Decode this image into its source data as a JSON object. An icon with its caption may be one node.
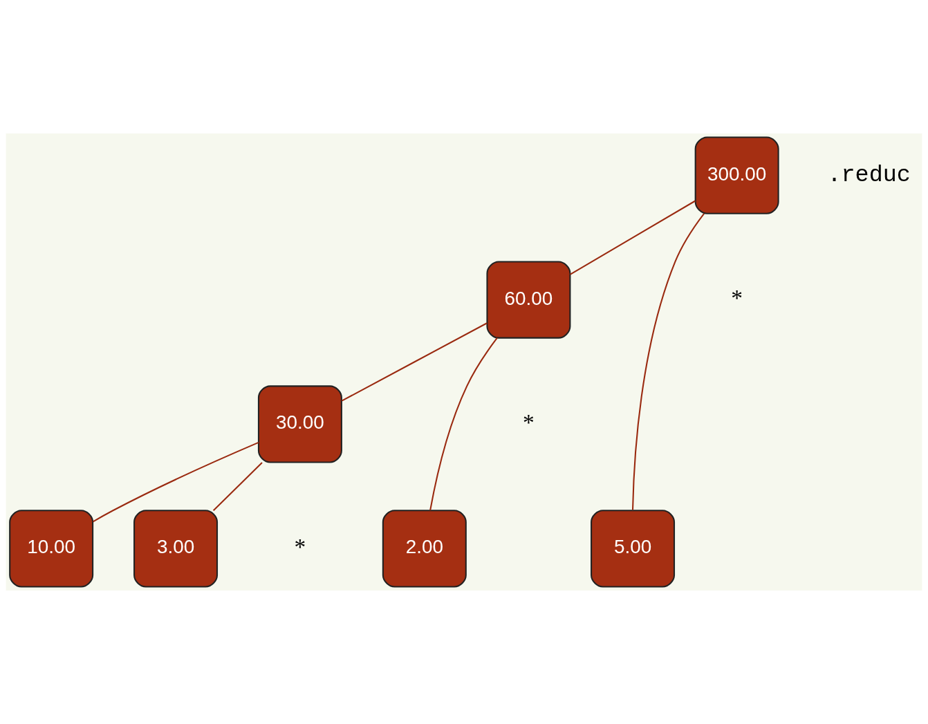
{
  "diagram": {
    "nodes": [
      {
        "text": [
          "300.00"
        ]
      },
      {
        "text": [
          "60.00"
        ]
      },
      {
        "text": [
          "30.00"
        ]
      },
      {
        "text": [
          "10.00"
        ]
      },
      {
        "text": [
          "3.00"
        ]
      },
      {
        "text": [
          "2.00"
        ]
      },
      {
        "text": [
          "5.00"
        ]
      }
    ],
    "edges": [
      {
        "from": 0,
        "to": 1,
        "arrow": "none"
      },
      {
        "from": 0,
        "to": 6,
        "arrow": "none"
      },
      {
        "from": 1,
        "to": 2,
        "arrow": "none"
      },
      {
        "from": 1,
        "to": 5,
        "arrow": "none"
      },
      {
        "from": 2,
        "to": 3,
        "arrow": "none"
      },
      {
        "from": 2,
        "to": 4,
        "arrow": "none"
      }
    ],
    "labels": [
      ".reduc",
      "*",
      "*",
      "*"
    ]
  }
}
